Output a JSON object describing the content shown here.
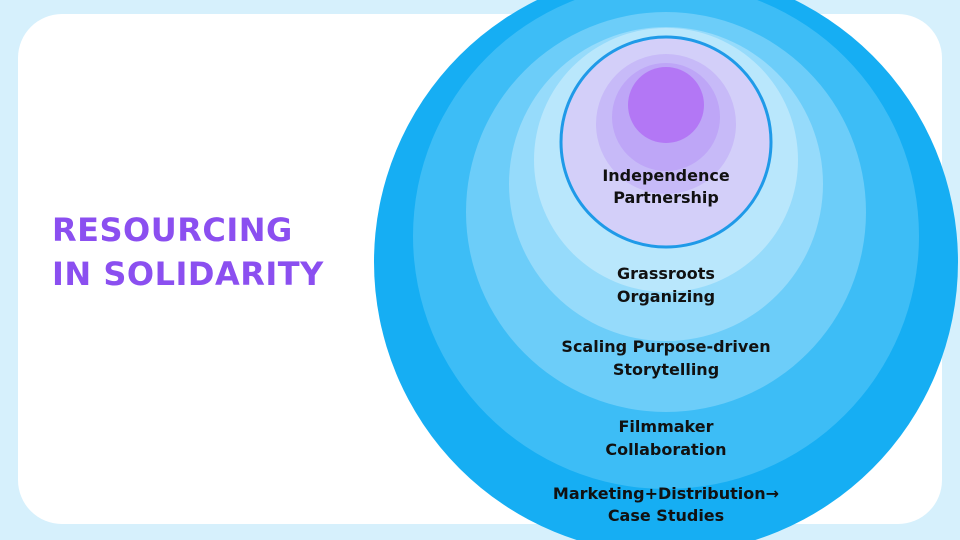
{
  "slide": {
    "title_line1": "RESOURCING",
    "title_line2": "IN SOLIDARITY"
  },
  "colors": {
    "background": "#d6f0fc",
    "card": "#ffffff",
    "title": "#8b4ff0",
    "ring_outer": "#16aef3",
    "ring_2": "#3dbdf6",
    "ring_3": "#6ccdf9",
    "ring_4": "#96dbfb",
    "ring_5": "#b9e7fc",
    "core_border": "#1f9ae8",
    "core_fill": "#d3cff9",
    "center": "#b377f5"
  },
  "diagram": {
    "layers": [
      {
        "line1": "Independence",
        "line2": "Partnership"
      },
      {
        "line1": "Grassroots",
        "line2": "Organizing"
      },
      {
        "line1": "Scaling Purpose-driven",
        "line2": "Storytelling"
      },
      {
        "line1": "Filmmaker",
        "line2": "Collaboration"
      },
      {
        "line1": "Marketing+Distribution→",
        "line2": "Case Studies"
      }
    ]
  }
}
